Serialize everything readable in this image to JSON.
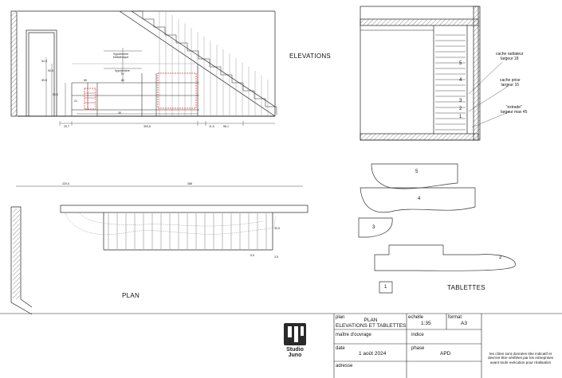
{
  "sheet_labels": {
    "elevations": "ELEVATIONS",
    "plan": "PLAN",
    "tablettes": "TABLETTES"
  },
  "callouts": {
    "radiator": "cache radiateur\nlargeur 18",
    "outlet": "cache prise\nlargeur 15",
    "extra": "\"extrade\"\nlargeur max 45"
  },
  "elevation_shelf_numbers": [
    "5",
    "4",
    "3",
    "2",
    "1"
  ],
  "tablette_numbers": [
    "5",
    "4",
    "3",
    "2",
    "1"
  ],
  "dimensions": {
    "top_width": "220,5",
    "top_length": "388",
    "bottom_a": "20,7",
    "bottom_b": "300,6",
    "bottom_c": "11,5",
    "bottom_d": "56,1",
    "mid_a": "80",
    "mid_b": "80",
    "mid_c": "30",
    "mid_d": "21",
    "left_a": "59,5",
    "left_b": "90,5",
    "left_c": "50,5",
    "left_d": "52,5",
    "plan_depth": "30,5",
    "plan_small": "5,5",
    "plan_end": "3,5",
    "center_label_1": "hypoteniere\nbibliothèque",
    "center_label_2": "hypoteniere\nTV"
  },
  "title_block": {
    "logo_name": "Studio\nJuno",
    "plan_caption": "plan",
    "plan_value": "PLAN\nELEVATIONS ET TABLETTES",
    "echelle_caption": "echelle",
    "echelle_value": "1:35",
    "format_caption": "format",
    "format_value": "A3",
    "maitre_caption": "maître d'ouvrage",
    "indice_caption": "indice",
    "date_caption": "date",
    "date_value": "1 août 2024",
    "phase_caption": "phase",
    "phase_value": "APD",
    "adresse_caption": "adresse",
    "note": "les côtes sont données  titre indicatif et devront être vérifiées par les entreprises avant toute exécution pour réalisation"
  },
  "colors": {
    "line": "#222222",
    "light": "#9a9a9a",
    "accent": "#e0302a"
  }
}
